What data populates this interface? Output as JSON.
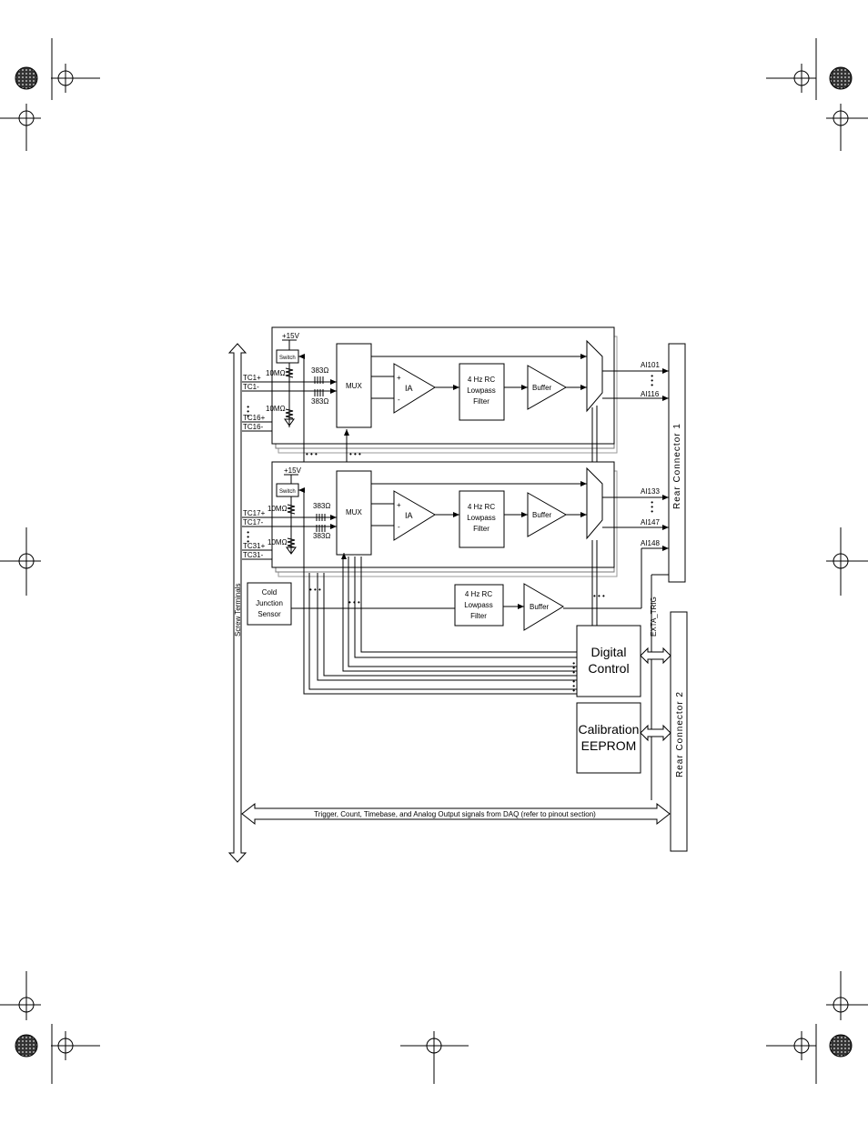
{
  "diagram": {
    "mux_label": "MUX",
    "ia_label": "IA",
    "filter_line1": "4 Hz RC",
    "filter_line2": "Lowpass",
    "filter_line3": "Filter",
    "buffer_label": "Buffer",
    "switch_label": "Switch",
    "supply_label": "+15V",
    "res_10m": "10MΩ",
    "res_383": "383Ω",
    "plus": "+",
    "minus": "-",
    "ellipsis": "• • •",
    "bank1": {
      "tc_labels": [
        "TC1+",
        "TC1-",
        "TC16+",
        "TC16-"
      ],
      "ai_labels": [
        "AI101",
        "AI116"
      ]
    },
    "bank2": {
      "tc_labels": [
        "TC17+",
        "TC17-",
        "TC31+",
        "TC31-"
      ],
      "ai_labels": [
        "AI133",
        "AI147",
        "AI148"
      ]
    },
    "cold_junction": [
      "Cold",
      "Junction",
      "Sensor"
    ],
    "digital_control": [
      "Digital",
      "Control"
    ],
    "calibration": [
      "Calibration",
      "EEPROM"
    ],
    "screw_terminals": "Screw Terminals",
    "rear_connector_1": "Rear Connector 1",
    "rear_connector_2": "Rear Connector 2",
    "extra_trig": "EXTA_TRIG",
    "bus_label": "Trigger, Count, Timebase, and Analog Output signals from DAQ (refer to pinout section)"
  }
}
